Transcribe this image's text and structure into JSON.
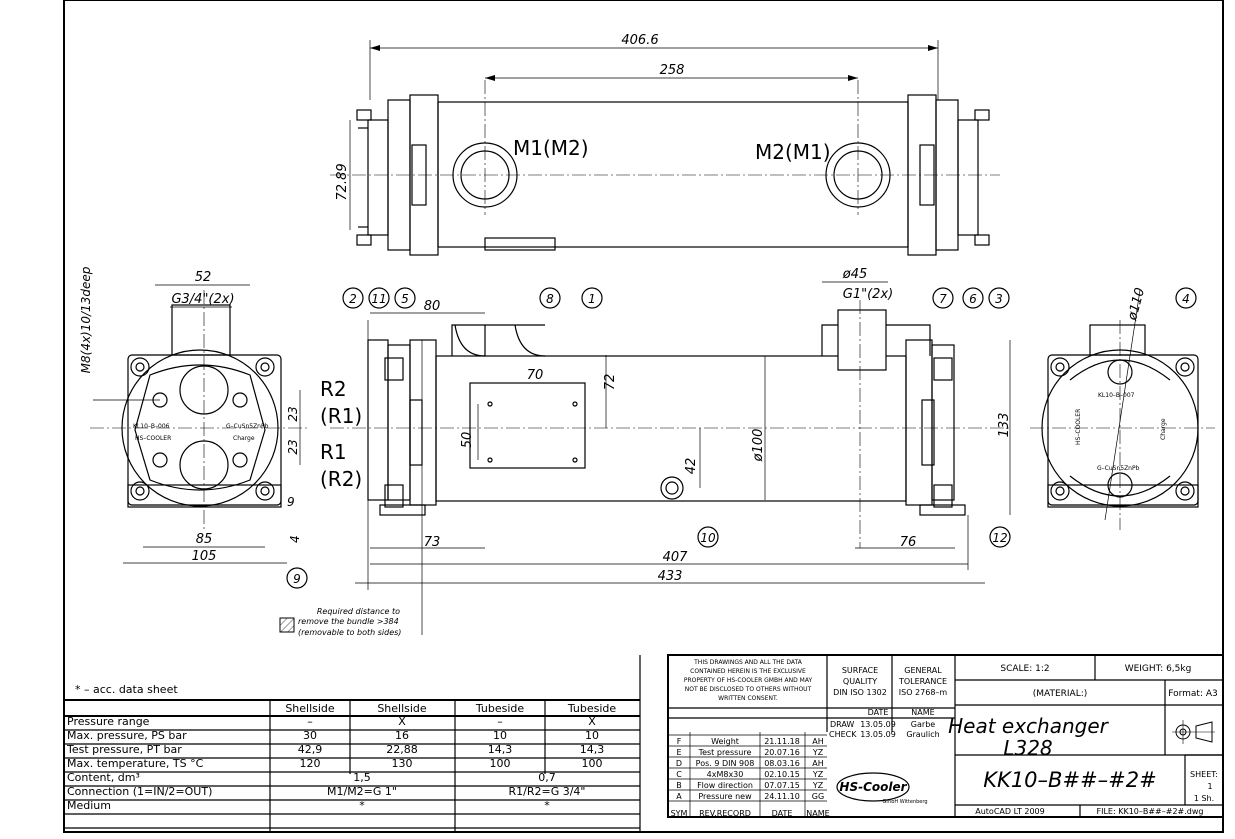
{
  "dims": {
    "top_overall": "406.6",
    "top_ports": "258",
    "top_height": "72.89",
    "port_left": "M1(M2)",
    "port_right": "M2(M1)",
    "left_thread": "M8(4x)10/13deep",
    "left_52": "52",
    "left_g34": "G3/4\"(2x)",
    "left_23a": "23",
    "left_23b": "23",
    "left_9": "9",
    "left_4": "4",
    "left_85": "85",
    "left_105": "105",
    "side_r2": "R2",
    "side_r1p": "(R1)",
    "side_r1": "R1",
    "side_r2p": "(R2)",
    "side_80": "80",
    "side_70": "70",
    "side_72": "72",
    "side_50": "50",
    "side_42": "42",
    "side_d100": "ø100",
    "side_d45": "ø45",
    "side_g1": "G1\"(2x)",
    "side_133": "133",
    "side_73": "73",
    "side_76": "76",
    "side_407": "407",
    "side_433": "433",
    "right_d110": "ø110"
  },
  "balloons": [
    "1",
    "2",
    "3",
    "4",
    "5",
    "6",
    "7",
    "8",
    "9",
    "10",
    "11",
    "12"
  ],
  "plates": {
    "left_top_left": "KL10–B–006",
    "left_bot_left": "HS–COOLER",
    "left_top_right": "G–CuSn5ZnPb",
    "left_bot_right": "Charge",
    "right_top": "KL10–B–007",
    "right_left": "HS–COOLER",
    "right_right": "Charge",
    "right_bottom": "G–CuSn5ZnPb"
  },
  "note": {
    "line1": "Required distance to",
    "line2": "remove the bundle >384",
    "line3": "(removable to both sides)"
  },
  "spec": {
    "footnote": "* – acc. data sheet",
    "headers": [
      "",
      "Shellside",
      "Shellside",
      "Tubeside",
      "Tubeside"
    ],
    "rows": [
      {
        "label": "Pressure range",
        "cells": [
          "–",
          "X",
          "–",
          "X"
        ]
      },
      {
        "label": "Max. pressure, PS bar",
        "cells": [
          "30",
          "16",
          "10",
          "10"
        ]
      },
      {
        "label": "Test pressure, PT bar",
        "cells": [
          "42,9",
          "22,88",
          "14,3",
          "14,3"
        ]
      },
      {
        "label": "Max. temperature, TS °C",
        "cells": [
          "120",
          "130",
          "100",
          "100"
        ]
      }
    ],
    "content_label": "Content, dm³",
    "content_shell": "1,5",
    "content_tube": "0,7",
    "connection_label": "Connection (1=IN/2=OUT)",
    "connection_shell": "M1/M2=G 1\"",
    "connection_tube": "R1/R2=G 3/4\"",
    "medium_label": "Medium",
    "medium_shell": "*",
    "medium_tube": "*"
  },
  "title": {
    "copyright": [
      "THIS DRAWINGS AND ALL THE DATA",
      "CONTAINED HEREIN IS THE EXCLUSIVE",
      "PROPERTY OF HS-COOLER GMBH AND MAY",
      "NOT BE DISCLOSED TO OTHERS WITHOUT",
      "WRITTEN CONSENT."
    ],
    "surface": [
      "SURFACE",
      "QUALITY",
      "DIN ISO 1302"
    ],
    "tolerance": [
      "GENERAL",
      "TOLERANCE",
      "ISO 2768–m"
    ],
    "scale": "SCALE: 1:2",
    "weight": "WEIGHT: 6,5kg",
    "material": "(MATERIAL:)",
    "format": "Format: A3",
    "name_line1": "Heat exchanger",
    "name_line2": "L328",
    "part_no": "KK10–B##–#2#",
    "sheet_label": "SHEET:",
    "sheet_no": "1",
    "sheet_total": "1 Sh.",
    "software": "AutoCAD LT 2009",
    "file": "FILE: KK10–B##–#2#.dwg",
    "date_hdr": "DATE",
    "name_hdr": "NAME",
    "draw_label": "DRAW",
    "draw_date": "13.05.09",
    "draw_name": "Garbe",
    "check_label": "CHECK",
    "check_date": "13.05.09",
    "check_name": "Graulich",
    "logo_main": "HS-Cooler",
    "logo_sub": "GmbH Wittenberg",
    "rev_headers": [
      "SYM",
      "REV.RECORD",
      "DATE",
      "NAME"
    ],
    "revisions": [
      {
        "sym": "F",
        "rec": "Weight",
        "date": "21.11.18",
        "name": "AH"
      },
      {
        "sym": "E",
        "rec": "Test pressure",
        "date": "20.07.16",
        "name": "YZ"
      },
      {
        "sym": "D",
        "rec": "Pos. 9 DIN 908",
        "date": "08.03.16",
        "name": "AH"
      },
      {
        "sym": "C",
        "rec": "4xM8x30",
        "date": "02.10.15",
        "name": "YZ"
      },
      {
        "sym": "B",
        "rec": "Flow direction",
        "date": "07.07.15",
        "name": "YZ"
      },
      {
        "sym": "A",
        "rec": "Pressure new",
        "date": "24.11.10",
        "name": "GG"
      }
    ]
  }
}
